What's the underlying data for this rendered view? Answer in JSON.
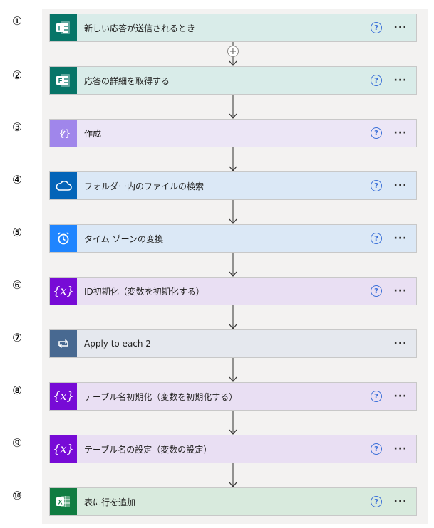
{
  "help_glyph": "?",
  "more_glyph": "···",
  "add_glyph": "+",
  "steps": [
    {
      "num": "①",
      "title": "新しい応答が送信されるとき",
      "icon": "forms-icon",
      "color": "#077568"
    },
    {
      "num": "②",
      "title": "応答の詳細を取得する",
      "icon": "forms-icon",
      "color": "#077568"
    },
    {
      "num": "③",
      "title": "作成",
      "icon": "compose-icon",
      "color": "#a086eb"
    },
    {
      "num": "④",
      "title": "フォルダー内のファイルの検索",
      "icon": "onedrive-cloud-icon",
      "color": "#0364b8"
    },
    {
      "num": "⑤",
      "title": "タイム ゾーンの変換",
      "icon": "alarm-clock-icon",
      "color": "#1f85ff"
    },
    {
      "num": "⑥",
      "title": "ID初期化（変数を初期化する）",
      "icon": "variable-icon",
      "color": "#770bd6"
    },
    {
      "num": "⑦",
      "title": "Apply to each 2",
      "icon": "loop-icon",
      "color": "#486991"
    },
    {
      "num": "⑧",
      "title": "テーブル名初期化（変数を初期化する）",
      "icon": "variable-icon",
      "color": "#770bd6"
    },
    {
      "num": "⑨",
      "title": "テーブル名の設定（変数の設定）",
      "icon": "variable-icon",
      "color": "#770bd6"
    },
    {
      "num": "⑩",
      "title": "表に行を追加",
      "icon": "excel-icon",
      "color": "#107c41"
    }
  ]
}
